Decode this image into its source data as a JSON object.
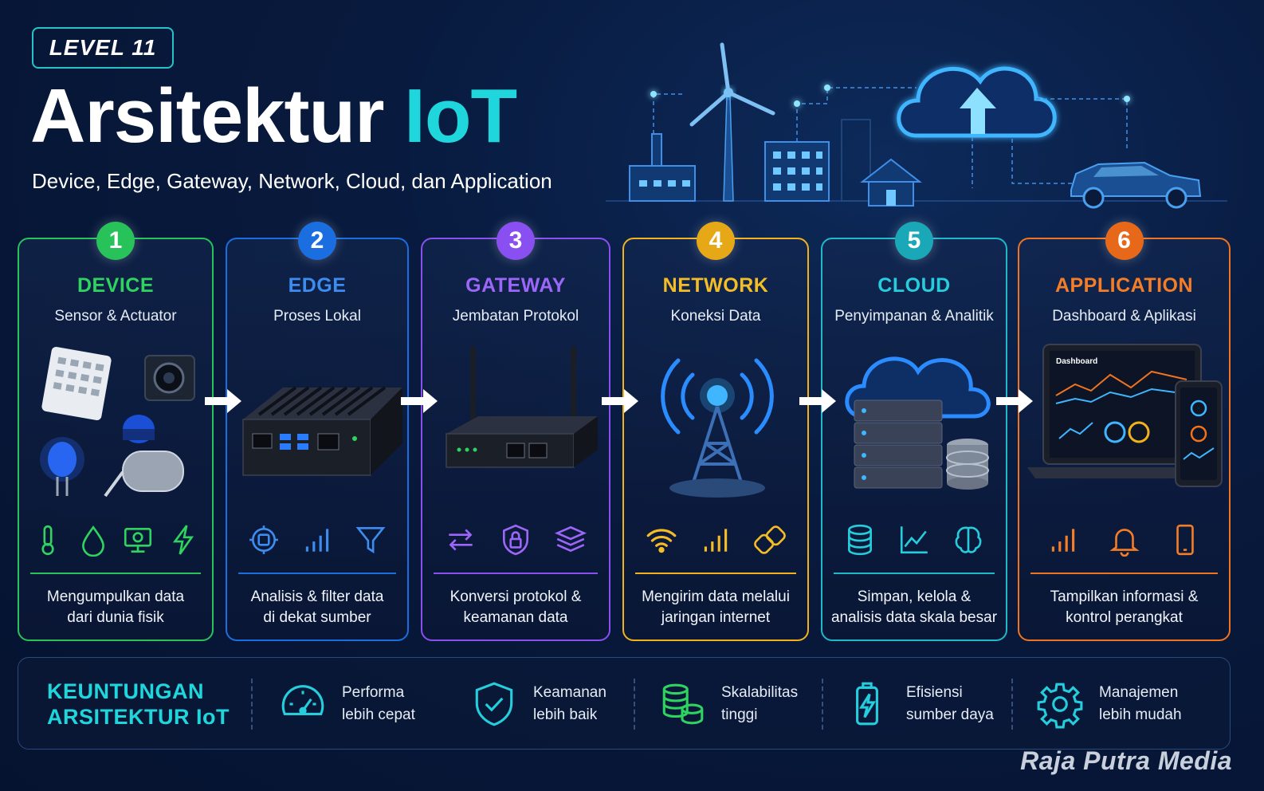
{
  "header": {
    "level_badge": "LEVEL 11",
    "title_main": "Arsitektur ",
    "title_accent": "IoT",
    "subtitle": "Device, Edge, Gateway, Network, Cloud, dan Application"
  },
  "colors": {
    "device": "#27c25a",
    "edge": "#1a6ee0",
    "gateway": "#8a4ff0",
    "network": "#f2b21c",
    "cloud": "#1fb8c9",
    "application": "#f07320"
  },
  "layers": [
    {
      "number": "1",
      "title": "DEVICE",
      "subtitle": "Sensor & Actuator",
      "desc_line1": "Mengumpulkan data",
      "desc_line2": "dari dunia fisik",
      "icons": [
        "thermometer-icon",
        "water-drop-icon",
        "camera-monitor-icon",
        "lightning-icon"
      ]
    },
    {
      "number": "2",
      "title": "EDGE",
      "subtitle": "Proses Lokal",
      "desc_line1": "Analisis & filter data",
      "desc_line2": "di dekat sumber",
      "icons": [
        "brain-chip-icon",
        "signal-bars-icon",
        "filter-icon"
      ]
    },
    {
      "number": "3",
      "title": "GATEWAY",
      "subtitle": "Jembatan Protokol",
      "desc_line1": "Konversi protokol &",
      "desc_line2": "keamanan data",
      "icons": [
        "exchange-arrows-icon",
        "shield-lock-icon",
        "layers-icon"
      ]
    },
    {
      "number": "4",
      "title": "NETWORK",
      "subtitle": "Koneksi Data",
      "desc_line1": "Mengirim data melalui",
      "desc_line2": "jaringan internet",
      "icons": [
        "wifi-icon",
        "signal-bars-icon",
        "link-icon"
      ]
    },
    {
      "number": "5",
      "title": "CLOUD",
      "subtitle": "Penyimpanan & Analitik",
      "desc_line1": "Simpan, kelola &",
      "desc_line2": "analisis data skala besar",
      "icons": [
        "database-icon",
        "line-chart-icon",
        "brain-icon"
      ]
    },
    {
      "number": "6",
      "title": "APPLICATION",
      "subtitle": "Dashboard & Aplikasi",
      "desc_line1": "Tampilkan informasi &",
      "desc_line2": "kontrol perangkat",
      "icons": [
        "signal-bars-icon",
        "bell-icon",
        "smartphone-icon"
      ]
    }
  ],
  "dashboard_screen_label": "Dashboard",
  "benefits": {
    "title_line1": "KEUNTUNGAN",
    "title_line2": "ARSITEKTUR IoT",
    "items": [
      {
        "icon": "speedometer-icon",
        "line1": "Performa",
        "line2": "lebih cepat"
      },
      {
        "icon": "shield-check-icon",
        "line1": "Keamanan",
        "line2": "lebih baik"
      },
      {
        "icon": "coin-stack-icon",
        "line1": "Skalabilitas",
        "line2": "tinggi"
      },
      {
        "icon": "battery-bolt-icon",
        "line1": "Efisiensi",
        "line2": "sumber daya"
      },
      {
        "icon": "gear-icon",
        "line1": "Manajemen",
        "line2": "lebih mudah"
      }
    ]
  },
  "watermark": "Raja Putra Media"
}
